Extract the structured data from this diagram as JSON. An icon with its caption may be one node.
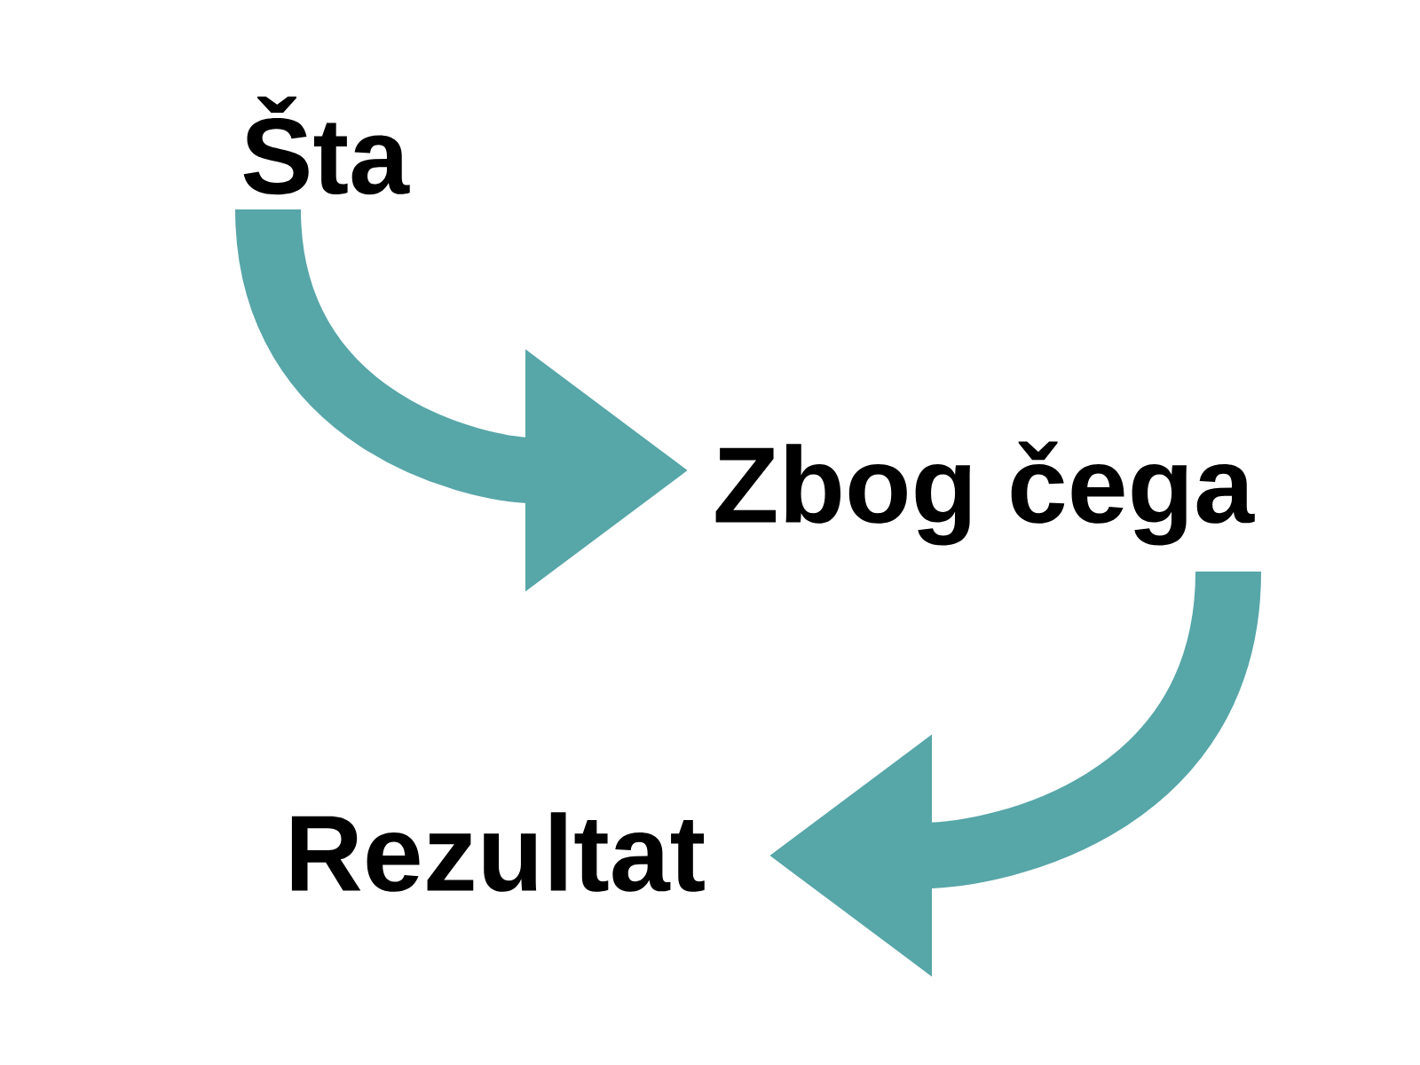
{
  "diagram": {
    "nodes": [
      {
        "text": [
          "Šta"
        ]
      },
      {
        "text": [
          "Zbog čega"
        ]
      },
      {
        "text": [
          "Rezultat"
        ]
      }
    ],
    "edges": [
      {
        "from": 0,
        "to": 1,
        "arrow": "to"
      },
      {
        "from": 1,
        "to": 2,
        "arrow": "to"
      }
    ]
  }
}
